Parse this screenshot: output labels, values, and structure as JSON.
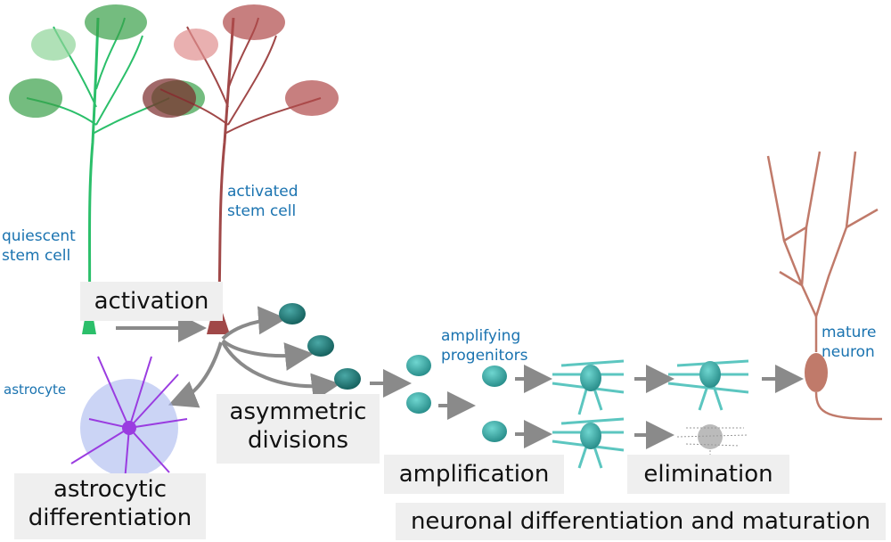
{
  "labels": {
    "quiescent": [
      "quiescent",
      "stem cell"
    ],
    "activated": [
      "activated",
      "stem cell"
    ],
    "astrocyte": "astrocyte",
    "amplifying": [
      "amplifying",
      "progenitors"
    ],
    "mature": [
      "mature",
      "neuron"
    ]
  },
  "stages": {
    "activation": "activation",
    "asymmetric": [
      "asymmetric",
      "divisions"
    ],
    "astrocytic": [
      "astrocytic",
      "differentiation"
    ],
    "amplification": "amplification",
    "elimination": "elimination",
    "neuronal": "neuronal differentiation and maturation"
  },
  "colors": {
    "quiescent": "#2bbf6a",
    "activated": "#a04848",
    "astrocyte": "#9a3ce0",
    "progenitor": "#3fb5b0",
    "neuron": "#c07a6a",
    "arrow": "#8a8a8a",
    "label": "#1a73b0"
  }
}
